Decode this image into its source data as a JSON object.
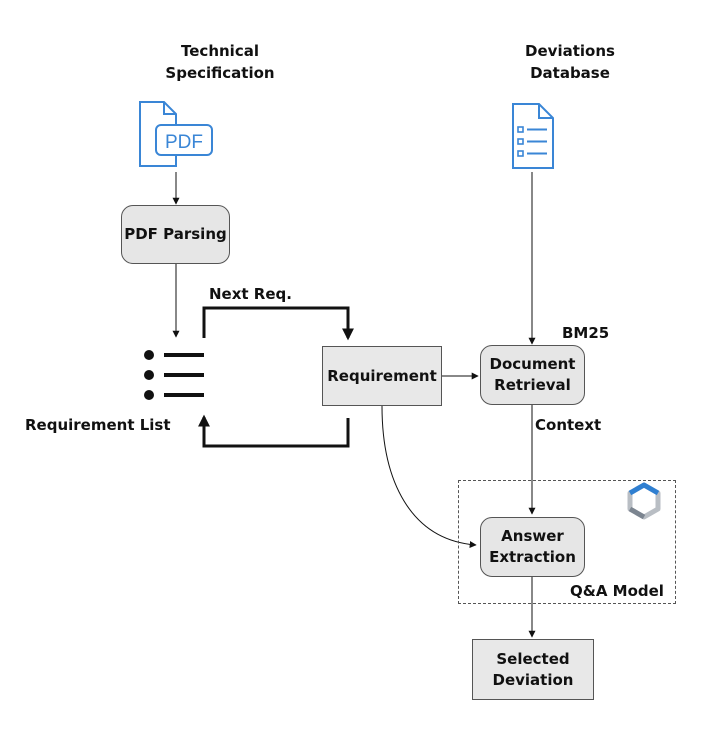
{
  "inputs": {
    "technical_spec": [
      "Technical",
      "Specification"
    ],
    "deviations_db": [
      "Deviations",
      "Database"
    ]
  },
  "icons": {
    "pdf": {
      "name": "pdf-file-icon",
      "label": "PDF",
      "color": "#3a86d6"
    },
    "database": {
      "name": "document-list-icon",
      "color": "#3a86d6"
    },
    "qa_model": {
      "name": "hexagon-logo-icon"
    }
  },
  "nodes": {
    "pdf_parsing": "PDF Parsing",
    "requirement": "Requirement",
    "document_retrieval": [
      "Document",
      "Retrieval"
    ],
    "answer_extraction": [
      "Answer",
      "Extraction"
    ],
    "selected_deviation": [
      "Selected",
      "Deviation"
    ]
  },
  "labels": {
    "requirement_list": "Requirement List",
    "next_req": "Next Req.",
    "bm25": "BM25",
    "context": "Context",
    "qa_model": "Q&A Model"
  }
}
